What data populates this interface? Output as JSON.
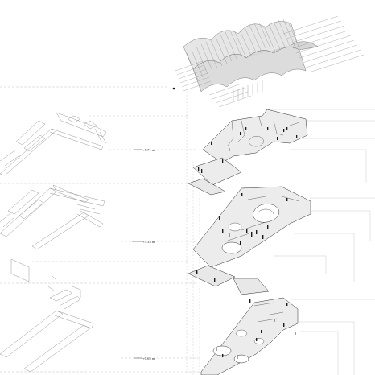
{
  "diagram": {
    "levels": [
      {
        "key": "upper",
        "label": "+7.71 m"
      },
      {
        "key": "middle",
        "label": "+3.33 m"
      },
      {
        "key": "ground",
        "label": "+0.65 m"
      }
    ],
    "colors": {
      "line": "#2a2a2a",
      "faint_line": "#9a9a9a",
      "slab_fill": "#ececec",
      "roof_fill": "#e4e4e4",
      "guide_line": "#bdbdbd",
      "figure": "#1a1a1a"
    }
  }
}
